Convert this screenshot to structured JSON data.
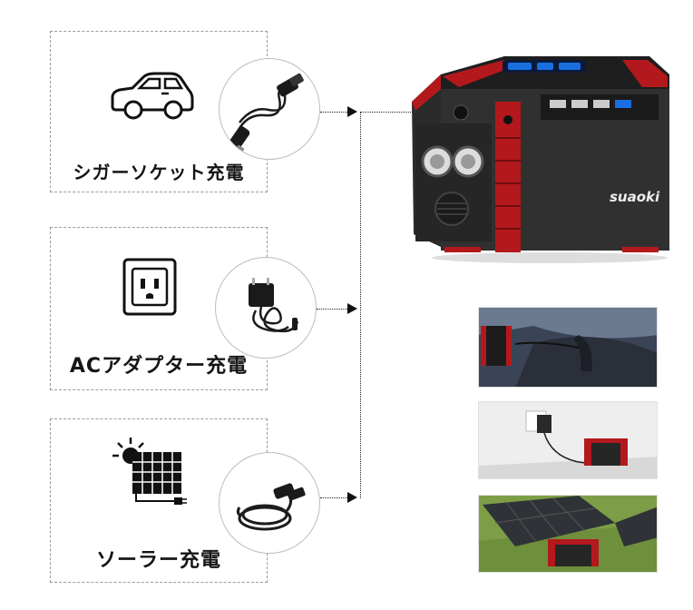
{
  "panels": [
    {
      "label": "シガーソケット充電",
      "icon": "car-icon",
      "accessory": "car-charger-cable"
    },
    {
      "label": "ACアダプター充電",
      "icon": "wall-outlet-icon",
      "accessory": "ac-adapter"
    },
    {
      "label": "ソーラー充電",
      "icon": "solar-panel-icon",
      "accessory": "solar-cable"
    }
  ],
  "product": {
    "brand": "suaoki",
    "device": "portable-power-station"
  },
  "photos": [
    "car-charging-photo",
    "ac-outlet-charging-photo",
    "solar-charging-photo"
  ],
  "colors": {
    "device_red": "#b3191c",
    "device_body": "#2a2a2a",
    "display_blue": "#1a6fe0",
    "line": "#222222"
  }
}
